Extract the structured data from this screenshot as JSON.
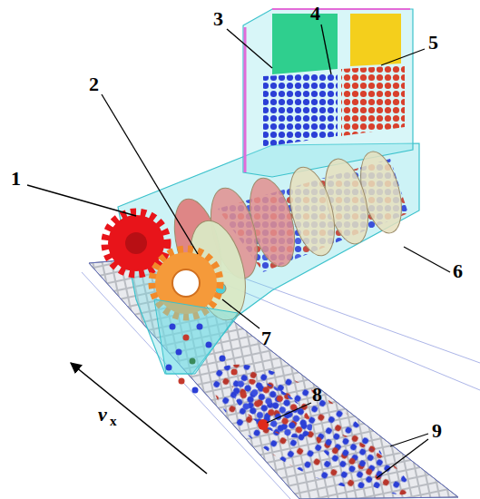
{
  "diagram": {
    "labels": [
      "1",
      "2",
      "3",
      "4",
      "5",
      "6",
      "7",
      "8",
      "9",
      "v",
      "x"
    ]
  }
}
